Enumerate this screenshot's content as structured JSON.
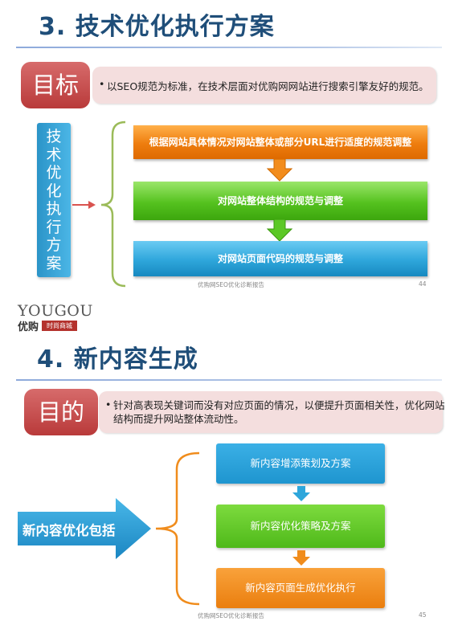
{
  "section3": {
    "title": "3. 技术优化执行方案",
    "goal_label": "目标",
    "goal_text": "以SEO规范为标准，在技术层面对优购网网站进行搜索引擎友好的规范。",
    "side_label_chars": [
      "技",
      "术",
      "优",
      "化",
      "执",
      "行",
      "方",
      "案"
    ],
    "steps": [
      "根据网站具体情况对网站整体或部分URL进行适度的规范调整",
      "对网站整体结构的规范与调整",
      "对网站页面代码的规范与调整"
    ],
    "footer_text": "优购网SEO优化诊断报告",
    "page_number": "44"
  },
  "logo": {
    "brand": "YOUGOU",
    "cn_name": "优购",
    "tagline": "时尚商城"
  },
  "section4": {
    "title": "4. 新内容生成",
    "goal_label": "目的",
    "goal_text_line1": "针对高表现关键词而没有对应页面的情况，以便提升页面相关性，优化网站",
    "goal_text_line2": "结构而提升网站整体流动性。",
    "arrow_label": "新内容优化包括",
    "steps": [
      "新内容增添策划及方案",
      "新内容优化策略及方案",
      "新内容页面生成优化执行"
    ],
    "footer_text": "优购网SEO优化诊断报告",
    "page_number": "45"
  },
  "colors": {
    "title": "#1f4e79",
    "red": "#c0504d",
    "orange": "#f08c1c",
    "green": "#5cc826",
    "blue": "#2ea6db",
    "bracket": "#9bbb59"
  }
}
